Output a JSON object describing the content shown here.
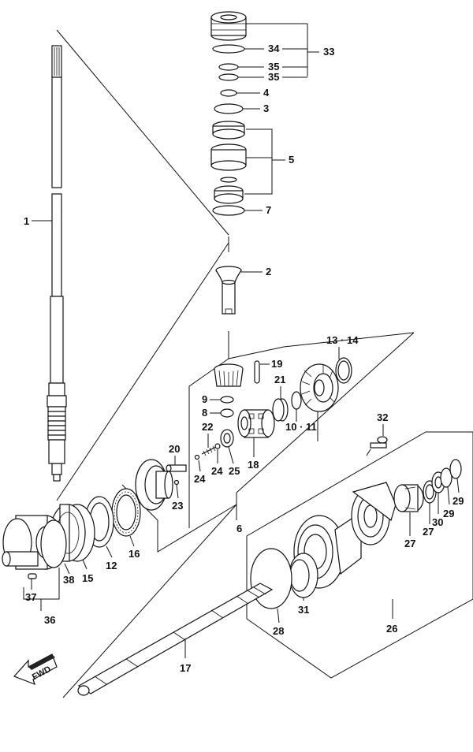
{
  "callouts": {
    "c1": "1",
    "c2": "2",
    "c3": "3",
    "c4": "4",
    "c5": "5",
    "c6": "6",
    "c7": "7",
    "c8": "8",
    "c9": "9",
    "c10_11": "10 · 11",
    "c12": "12",
    "c13_14": "13 · 14",
    "c15": "15",
    "c16": "16",
    "c17": "17",
    "c18": "18",
    "c19": "19",
    "c20": "20",
    "c21": "21",
    "c22": "22",
    "c23": "23",
    "c24a": "24",
    "c24b": "24",
    "c25": "25",
    "c26": "26",
    "c27a": "27",
    "c27b": "27",
    "c28": "28",
    "c29a": "29",
    "c29b": "29",
    "c30": "30",
    "c31": "31",
    "c32": "32",
    "c33": "33",
    "c34": "34",
    "c35a": "35",
    "c35b": "35",
    "c36": "36",
    "c37": "37",
    "c38": "38"
  },
  "fwd_label": "FWD"
}
